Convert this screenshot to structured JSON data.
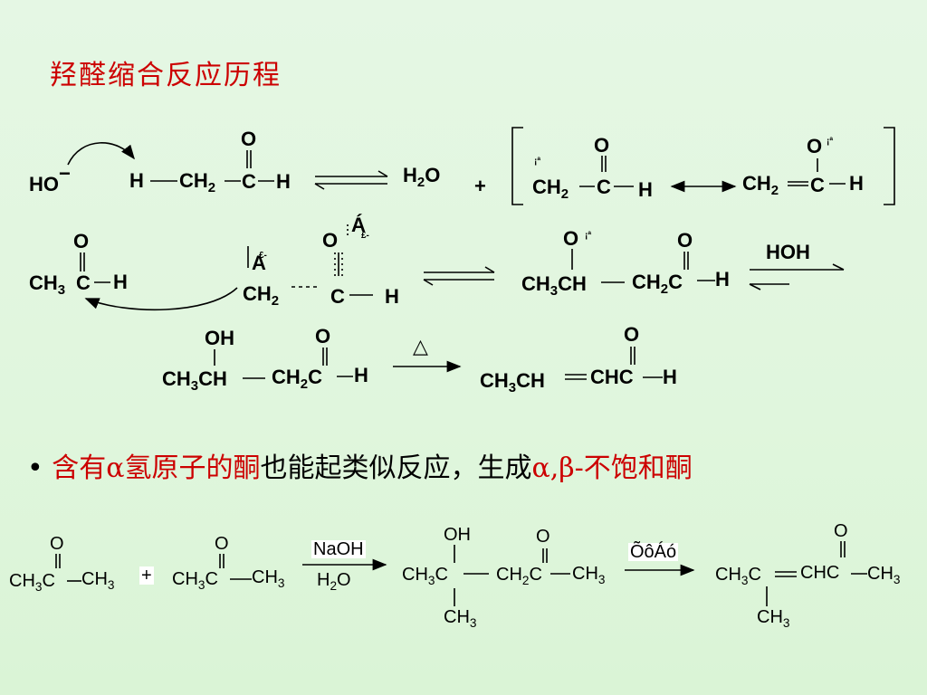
{
  "title": "羟醛缩合反应历程",
  "row1": {
    "ho": "HO",
    "minus": "−",
    "h_left": "H",
    "ch": "CH",
    "c": "C",
    "h_right": "H",
    "o": "O",
    "sub2": "2",
    "h2o_h": "H",
    "h2o_o": "O",
    "plus": "+",
    "enolate1": {
      "charge": "¡ª",
      "ch": "CH",
      "c": "C",
      "h": "H",
      "o": "O"
    },
    "enolate2": {
      "charge": "¡ª",
      "ch": "CH",
      "c": "C",
      "h": "H",
      "o": "O"
    }
  },
  "row2": {
    "ald": {
      "o": "O",
      "ch": "CH",
      "sub3": "3",
      "c": "C",
      "h": "H"
    },
    "ts": {
      "a": "A",
      "a_charge": "£-",
      "ch": "CH",
      "c": "C",
      "h": "H",
      "o": "O",
      "o_charge": "£-",
      "o_mark": "Á"
    },
    "product": {
      "o1": "O",
      "o1_charge": "¡ª",
      "ch3ch": "CH",
      "sub3": "3",
      "ch_end": "CH",
      "ch2": "CH",
      "c": "C",
      "h": "H",
      "o2": "O"
    },
    "hoh": "HOH"
  },
  "row3": {
    "oh": "OH",
    "ch3ch": "CH",
    "ch_end": "CH",
    "ch2c": "CH",
    "c": "C",
    "h": "H",
    "o": "O",
    "heat": "△",
    "prod": {
      "ch3ch": "CH",
      "ch_end": "CH",
      "chc": "CHC",
      "h": "H",
      "o": "O"
    }
  },
  "bullet": {
    "dot": "•",
    "red1": "含有",
    "alpha": "α",
    "red2": "氢原子的酮",
    "black": "也能起类似反应，生成",
    "ab": "α,β-",
    "red3": "不饱和酮"
  },
  "row4": {
    "acetone1": {
      "o": "O",
      "ch3": "CH",
      "sub3": "3",
      "c": "C",
      "ch3b": "CH"
    },
    "plus": "+",
    "acetone2": {
      "o": "O",
      "ch3": "CH",
      "c": "C",
      "ch3b": "CH"
    },
    "naoh": "NaOH",
    "h2o_h": "H",
    "h2o_o": "O",
    "aldol": {
      "oh": "OH",
      "o": "O",
      "ch3": "CH",
      "c": "C",
      "ch2": "CH",
      "c2": "C",
      "ch3b": "CH",
      "ch3c": "CH"
    },
    "cond": "ÕôÁó",
    "enone": {
      "o": "O",
      "ch3": "CH",
      "c": "C",
      "chc": "CHC",
      "ch3b": "CH",
      "ch3c": "CH"
    }
  }
}
